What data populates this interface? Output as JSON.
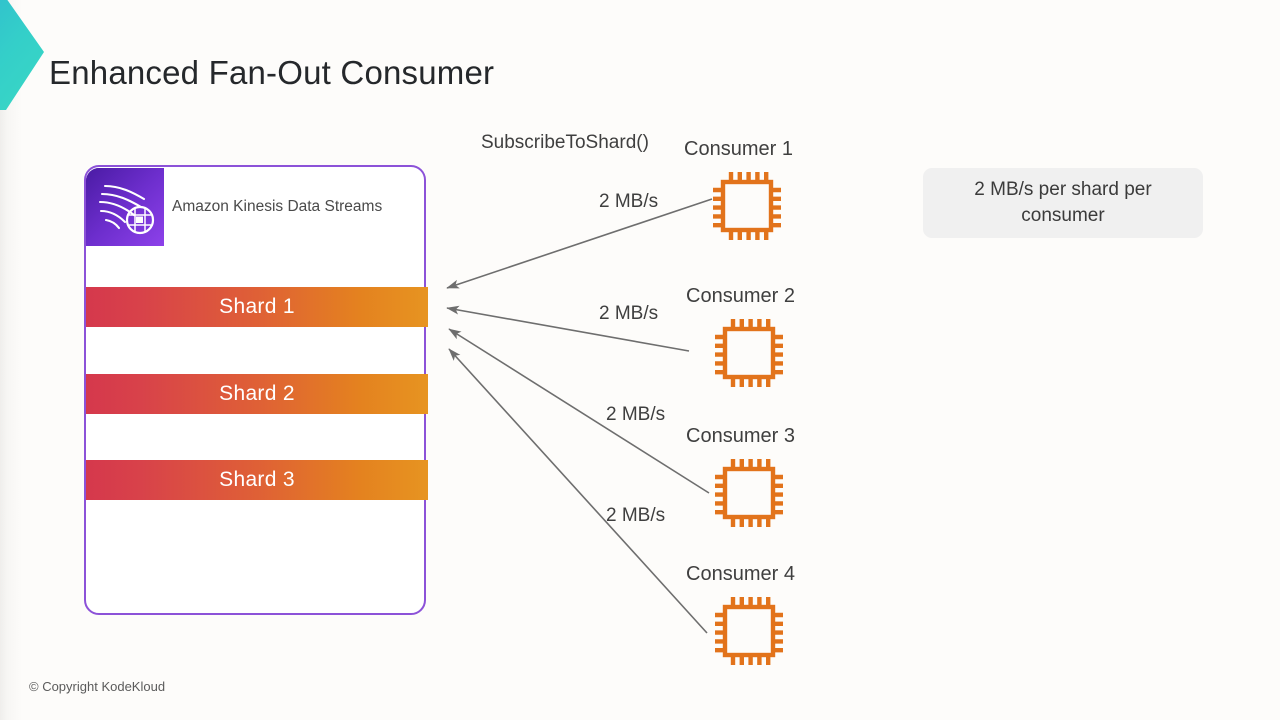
{
  "slide": {
    "title": "Enhanced Fan-Out Consumer",
    "copyright": "© Copyright KodeKloud",
    "background_color": "#fdfcfa",
    "logo_color": "#3ad0c8"
  },
  "stream": {
    "service_name": "Amazon Kinesis Data Streams",
    "icon_name": "amazon-kinesis-data-streams-icon",
    "border_color": "#8c52d8",
    "shard_gradient_from": "#d5384c",
    "shard_gradient_to": "#e79421",
    "shards": [
      {
        "label": "Shard 1"
      },
      {
        "label": "Shard 2"
      },
      {
        "label": "Shard 3"
      }
    ]
  },
  "api": {
    "subscribe_label": "SubscribeToShard()"
  },
  "consumers": [
    {
      "label": "Consumer 1",
      "rate": "2 MB/s",
      "icon_name": "cpu-chip-icon"
    },
    {
      "label": "Consumer 2",
      "rate": "2 MB/s",
      "icon_name": "cpu-chip-icon"
    },
    {
      "label": "Consumer 3",
      "rate": "2 MB/s",
      "icon_name": "cpu-chip-icon"
    },
    {
      "label": "Consumer 4",
      "rate": "2 MB/s",
      "icon_name": "cpu-chip-icon"
    }
  ],
  "callout": {
    "line1": "2 MB/s per shard per",
    "line2": "consumer",
    "text": "2 MB/s per shard per consumer",
    "background_color": "#f0f0f0"
  },
  "arrows": {
    "color": "#6e6e6e",
    "direction": "consumer-to-stream",
    "count": 4
  }
}
